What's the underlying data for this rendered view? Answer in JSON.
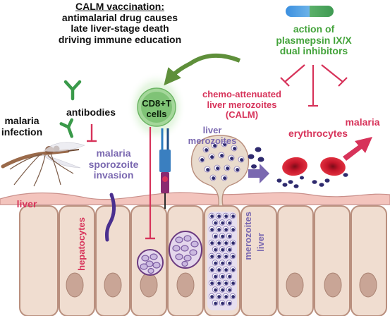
{
  "title": {
    "heading": "CALM vaccination:",
    "line2": "antimalarial drug causes",
    "line3": "late liver-stage death",
    "line4": "driving immune education"
  },
  "drug_action": {
    "line1": "action of",
    "line2": "plasmepsin IX/X",
    "line3": "dual inhibitors"
  },
  "calm": {
    "line1": "chemo-attenuated",
    "line2": "liver merozoites",
    "line3": "(CALM)"
  },
  "labels": {
    "malaria_infection_1": "malaria",
    "malaria_infection_2": "infection",
    "antibodies": "antibodies",
    "invasion_1": "malaria",
    "invasion_2": "sporozoite",
    "invasion_3": "invasion",
    "cd8_1": "CD8+T",
    "cd8_2": "cells",
    "liver_merozoites_1": "liver",
    "liver_merozoites_2": "merozoites",
    "erythrocytes": "erythrocytes",
    "malaria": "malaria",
    "liver": "liver",
    "hepatocytes": "hepatocytes",
    "liver_merozoites_vertical_1": "liver",
    "liver_merozoites_vertical_2": "merozoites"
  },
  "colors": {
    "green": "#43a33a",
    "pink": "#d7335a",
    "violet": "#7a68b0",
    "cell_fill": "#f0ddd0",
    "cell_stroke": "#b98f7e",
    "parasite": "#2e2a6e",
    "erythrocyte": "#c4162a"
  }
}
